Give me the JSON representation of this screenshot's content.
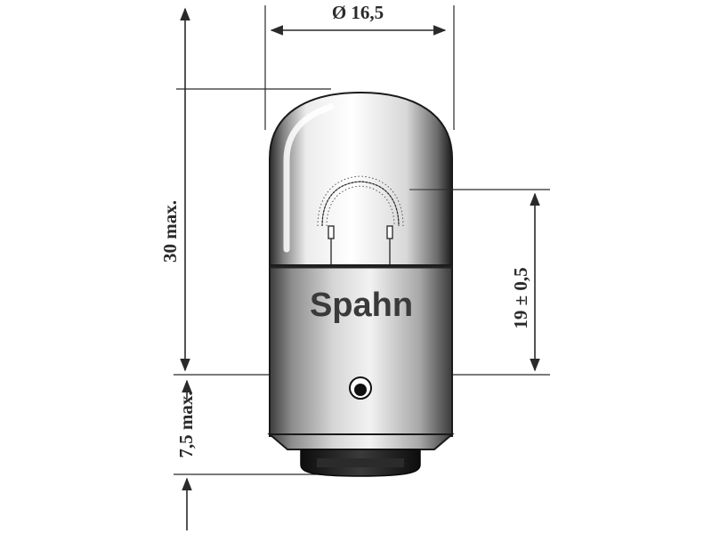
{
  "dimensions": {
    "diameter_label": "Ø 16,5",
    "overall_height_label": "30 max.",
    "light_center_label": "19 ± 0,5",
    "base_length_label": "7,5 max."
  },
  "bulb": {
    "brand": "Spahn"
  },
  "colors": {
    "line": "#2a2a2a",
    "glass_dark": "#1a1a1a",
    "base_metal": "#9a9a9a",
    "contact": "#1a1a1a"
  }
}
